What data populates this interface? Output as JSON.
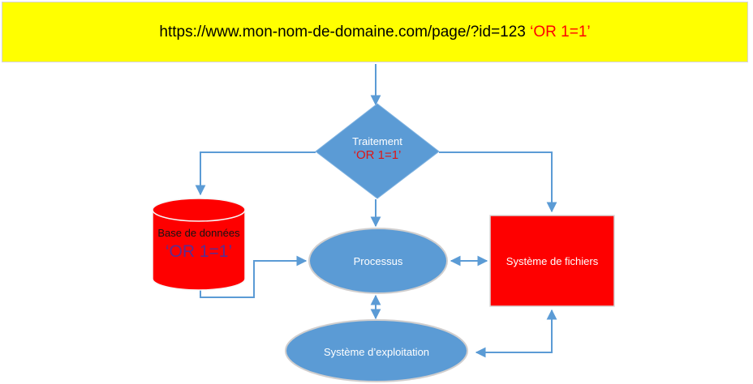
{
  "banner": {
    "url": "https://www.mon-nom-de-domaine.com/page/?id=123 ",
    "injection": "‘OR 1=1’"
  },
  "nodes": {
    "traitement": {
      "label": "Traitement",
      "injection": "‘OR 1=1’"
    },
    "database": {
      "label": "Base de données",
      "injection": "‘OR 1=1’"
    },
    "process": {
      "label": "Processus"
    },
    "filesystem": {
      "label": "Système de fichiers"
    },
    "os": {
      "label": "Système d’exploitation"
    }
  },
  "colors": {
    "banner_bg": "#FFFF00",
    "banner_injection_text": "#FF0000",
    "shape_blue": "#5B9BD5",
    "shape_red": "#FE0000",
    "diamond_injection_text": "#E01414",
    "database_injection_text": "#5B2D90",
    "connector": "#5B9BD5"
  }
}
